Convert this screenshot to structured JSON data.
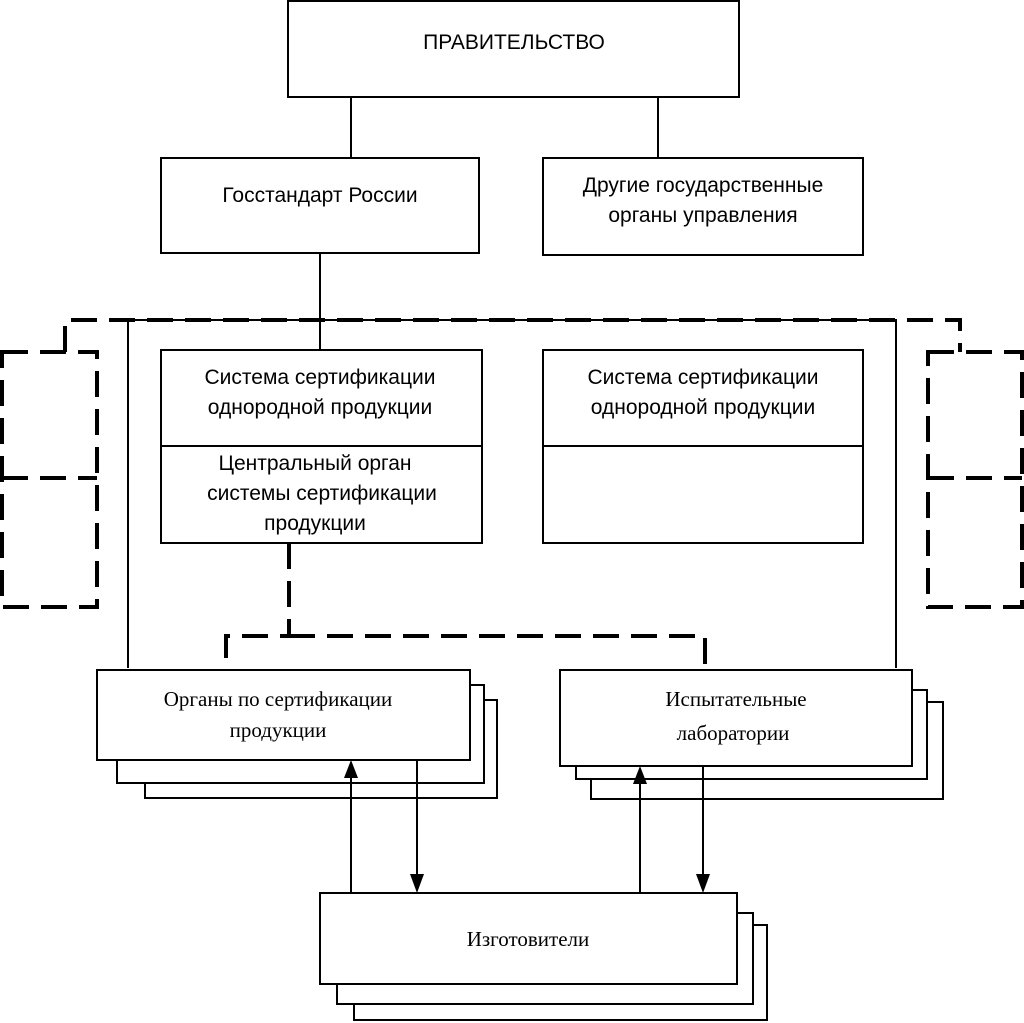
{
  "government": "ПРАВИТЕЛЬСТВО",
  "gosstandart": "Госстандарт России",
  "other_bodies": [
    "Другие государственные",
    "органы управления"
  ],
  "system_left": {
    "title": [
      "Система  сертификации",
      "однородной продукции"
    ],
    "central": [
      "Центральный орган",
      "системы сертификации",
      "продукции"
    ]
  },
  "system_right": {
    "title": [
      "Система  сертификации",
      "однородной продукции"
    ]
  },
  "cert_bodies": [
    "Органы по сертификации",
    "продукции"
  ],
  "labs": [
    "Испытательные",
    "лаборатории"
  ],
  "manufacturers": "Изготовители"
}
